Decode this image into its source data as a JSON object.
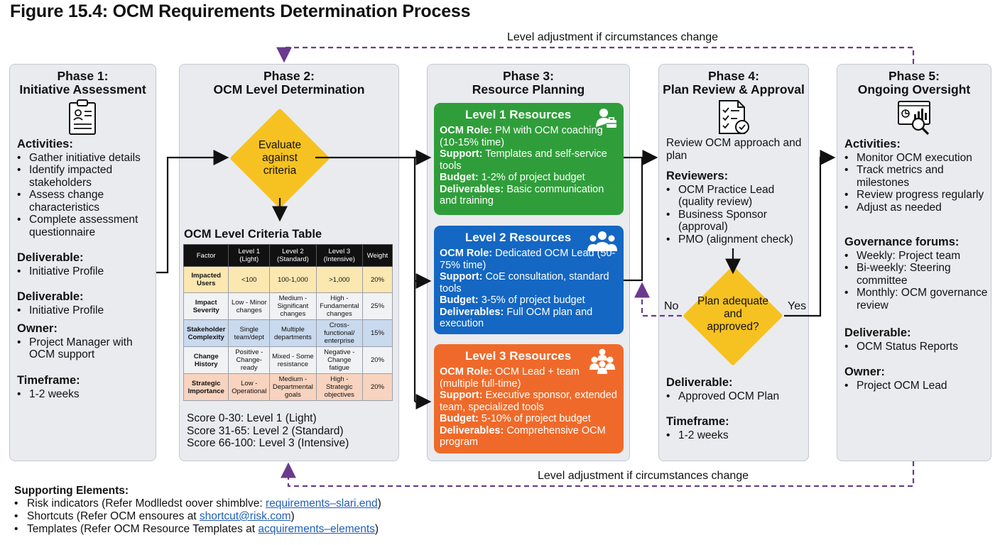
{
  "title": "Figure 15.4: OCM Requirements Determination Process",
  "loop_top_label": "Level adjustment if circumstances change",
  "loop_bottom_label": "Level adjustment if circumstances change",
  "phase1": {
    "title1": "Phase 1:",
    "title2": "Initiative Assessment",
    "icon": "clipboard-profile-icon",
    "activities_h": "Activities:",
    "activities": [
      "Gather initiative details",
      "Identify impacted stakeholders",
      "Assess change characteristics",
      "Complete assessment questionnaire"
    ],
    "deliverable_h": "Deliverable:",
    "deliverable": "Initiative Profile",
    "deliverable2_h": "Deliverable:",
    "deliverable2": "Initiative Profile",
    "owner_h": "Owner:",
    "owner": "Project Manager with OCM support",
    "timeframe_h": "Timeframe:",
    "timeframe": "1-2 weeks"
  },
  "phase2": {
    "title1": "Phase 2:",
    "title2": "OCM Level Determination",
    "diamond": "Evaluate against criteria",
    "table_title": "OCM Level Criteria Table",
    "headers": [
      "Factor",
      "Level 1 (Light)",
      "Level 2 (Standard)",
      "Level 3 (Intensive)",
      "Weight"
    ],
    "rows": [
      {
        "factor": "Impacted Users",
        "l1": "<100",
        "l2": "100-1,000",
        "l3": ">1,000",
        "weight": "20%",
        "color": "#fbe7b0"
      },
      {
        "factor": "Impact Severity",
        "l1": "Low - Minor changes",
        "l2": "Medium - Significant changes",
        "l3": "High - Fundamental changes",
        "weight": "25%",
        "color": "#f1f2f4"
      },
      {
        "factor": "Stakeholder Complexity",
        "l1": "Single team/dept",
        "l2": "Multiple departments",
        "l3": "Cross-functional/ enterprise",
        "weight": "15%",
        "color": "#c9d9ee"
      },
      {
        "factor": "Change History",
        "l1": "Positive - Change-ready",
        "l2": "Mixed - Some resistance",
        "l3": "Negative - Change fatigue",
        "weight": "20%",
        "color": "#f1f2f4"
      },
      {
        "factor": "Strategic Importance",
        "l1": "Low - Operational",
        "l2": "Medium - Departmental goals",
        "l3": "High - Strategic objectives",
        "weight": "20%",
        "color": "#f8d3bf"
      }
    ],
    "scores": [
      "Score 0-30: Level 1 (Light)",
      "Score 31-65: Level 2 (Standard)",
      "Score 66-100: Level 3 (Intensive)"
    ]
  },
  "phase3": {
    "title1": "Phase 3:",
    "title2": "Resource Planning",
    "levels": [
      {
        "title": "Level 1 Resources",
        "icon": "person-briefcase-icon",
        "color": "#2f9e3a",
        "role_h": "OCM Role:",
        "role": "PM with OCM coaching (10-15% time)",
        "support_h": "Support:",
        "support": "Templates and self-service tools",
        "budget_h": "Budget:",
        "budget": "1-2% of project budget",
        "deliv_h": "Deliverables:",
        "deliv": "Basic communication and training"
      },
      {
        "title": "Level 2 Resources",
        "icon": "group-icon",
        "color": "#1467c2",
        "role_h": "OCM Role:",
        "role": "Dedicated OCM Lead (50-75% time)",
        "support_h": "Support:",
        "support": "CoE consultation, standard tools",
        "budget_h": "Budget:",
        "budget": "3-5% of project budget",
        "deliv_h": "Deliverables:",
        "deliv": "Full OCM plan and execution"
      },
      {
        "title": "Level 3 Resources",
        "icon": "team-icon",
        "color": "#ef6a2a",
        "role_h": "OCM Role:",
        "role": "OCM Lead + team (multiple full-time)",
        "support_h": "Support:",
        "support": "Executive sponsor, extended team, specialized tools",
        "budget_h": "Budget:",
        "budget": "5-10% of project budget",
        "deliv_h": "Deliverables:",
        "deliv": "Comprehensive OCM program"
      }
    ]
  },
  "phase4": {
    "title1": "Phase 4:",
    "title2": "Plan Review & Approval",
    "icon": "checklist-icon",
    "intro": "Review OCM approach and plan",
    "reviewers_h": "Reviewers:",
    "reviewers": [
      "OCM Practice Lead (quality review)",
      "Business Sponsor (approval)",
      "PMO (alignment check)"
    ],
    "diamond": "Plan adequate and approved?",
    "no": "No",
    "yes": "Yes",
    "deliverable_h": "Deliverable:",
    "deliverable": "Approved OCM Plan",
    "timeframe_h": "Timeframe:",
    "timeframe": "1-2 weeks"
  },
  "phase5": {
    "title1": "Phase 5:",
    "title2": "Ongoing Oversight",
    "icon": "dashboard-magnifier-icon",
    "activities_h": "Activities:",
    "activities": [
      "Monitor OCM execution",
      "Track metrics and milestones",
      "Review progress regularly",
      "Adjust as needed"
    ],
    "forums_h": "Governance forums:",
    "forums": [
      "Weekly: Project team",
      "Bi-weekly: Steering committee",
      "Monthly: OCM governance review"
    ],
    "deliverable_h": "Deliverable:",
    "deliverable": "OCM Status Reports",
    "owner_h": "Owner:",
    "owner": "Project OCM Lead"
  },
  "supporting": {
    "heading": "Supporting Elements:",
    "items": [
      {
        "text": "Risk indicators (Refer Modlledst oover shimblve: ",
        "link": "requirements–slari.end",
        "tail": ")"
      },
      {
        "text": "Shortcuts (Refer OCM ensoures at ",
        "link": "shortcut@risk.com",
        "tail": ")"
      },
      {
        "text": "Templates (Refer OCM Resource Templates at ",
        "link": "acquirements–elements",
        "tail": ")"
      }
    ]
  },
  "colors": {
    "arrow": "#111111",
    "loop": "#6b3a8e",
    "diamond": "#f6c221",
    "panel": "#e9ebef"
  }
}
